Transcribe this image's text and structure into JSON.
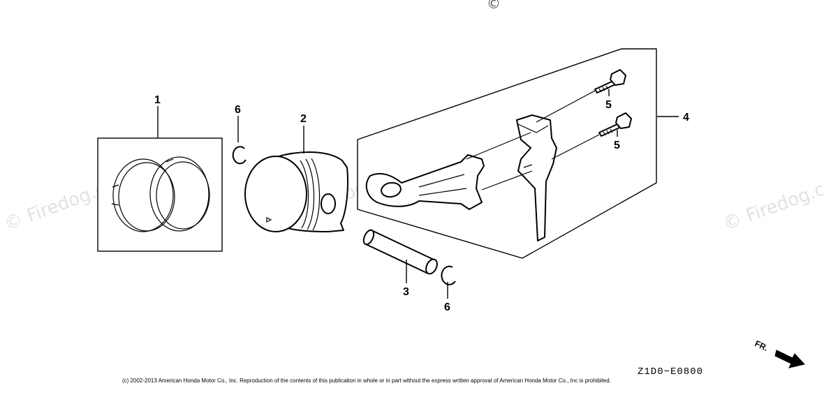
{
  "watermark": {
    "symbol": "©",
    "text": "Firedog.com"
  },
  "callouts": [
    {
      "id": "c1",
      "label": "1"
    },
    {
      "id": "c2",
      "label": "2"
    },
    {
      "id": "c3",
      "label": "3"
    },
    {
      "id": "c4",
      "label": "4"
    },
    {
      "id": "c5a",
      "label": "5"
    },
    {
      "id": "c5b",
      "label": "5"
    },
    {
      "id": "c6a",
      "label": "6"
    },
    {
      "id": "c6b",
      "label": "6"
    }
  ],
  "diagram_code": "Z1D0−E0800",
  "direction_label": "FR.",
  "copyright": "(c) 2002-2013 American Honda Motor Co., Inc. Reproduction of the contents of this publication in whole or in part without the express written approval of American Honda Motor Co., Inc is prohibited."
}
